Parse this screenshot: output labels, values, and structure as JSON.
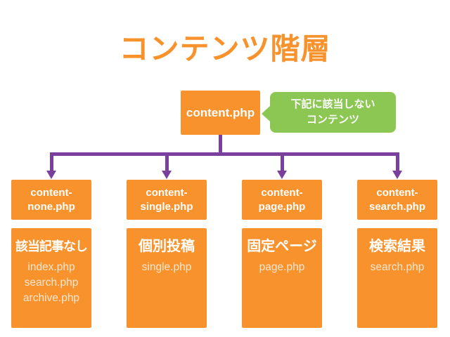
{
  "title": "コンテンツ階層",
  "root": {
    "label": "content.php",
    "note": {
      "lines": [
        "下記に該当しない",
        "コンテンツ"
      ]
    }
  },
  "columns": [
    {
      "template_lines": [
        "content-",
        "none.php"
      ],
      "heading": "該当記事なし",
      "files": [
        "index.php",
        "search.php",
        "archive.php"
      ]
    },
    {
      "template_lines": [
        "content-",
        "single.php"
      ],
      "heading": "個別投稿",
      "files": [
        "single.php"
      ]
    },
    {
      "template_lines": [
        "content-",
        "page.php"
      ],
      "heading": "固定ページ",
      "files": [
        "page.php"
      ]
    },
    {
      "template_lines": [
        "content-",
        "search.php"
      ],
      "heading": "検索結果",
      "files": [
        "search.php"
      ]
    }
  ],
  "colors": {
    "orange": "#F7922D",
    "green": "#8CC653",
    "purple": "#7B3F9E",
    "background": "#FFFFFF",
    "box_text": "#FFFFFF"
  }
}
